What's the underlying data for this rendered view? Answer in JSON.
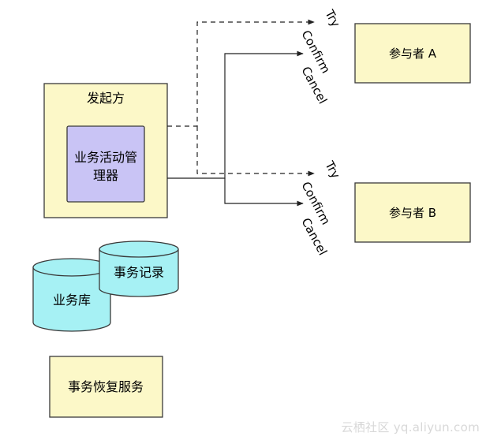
{
  "colors": {
    "box_fill": "#FCF8C8",
    "box_stroke": "#3a3a3a",
    "manager_fill": "#C9C4F5",
    "db_fill": "#A6F1F4",
    "line": "#222222"
  },
  "initiator": {
    "label": "发起方"
  },
  "manager": {
    "line1": "业务活动管",
    "line2": "理器"
  },
  "participant_a": {
    "label": "参与者 A"
  },
  "participant_b": {
    "label": "参与者 B"
  },
  "business_db": {
    "label": "业务库"
  },
  "transaction_log": {
    "label": "事务记录"
  },
  "recovery_service": {
    "label": "事务恢复服务"
  },
  "phases_a": {
    "try": "Try",
    "confirm": "Confirm",
    "cancel": "Cancel"
  },
  "phases_b": {
    "try": "Try",
    "confirm": "Confirm",
    "cancel": "Cancel"
  },
  "watermark": "云栖社区 yq.aliyun.com"
}
